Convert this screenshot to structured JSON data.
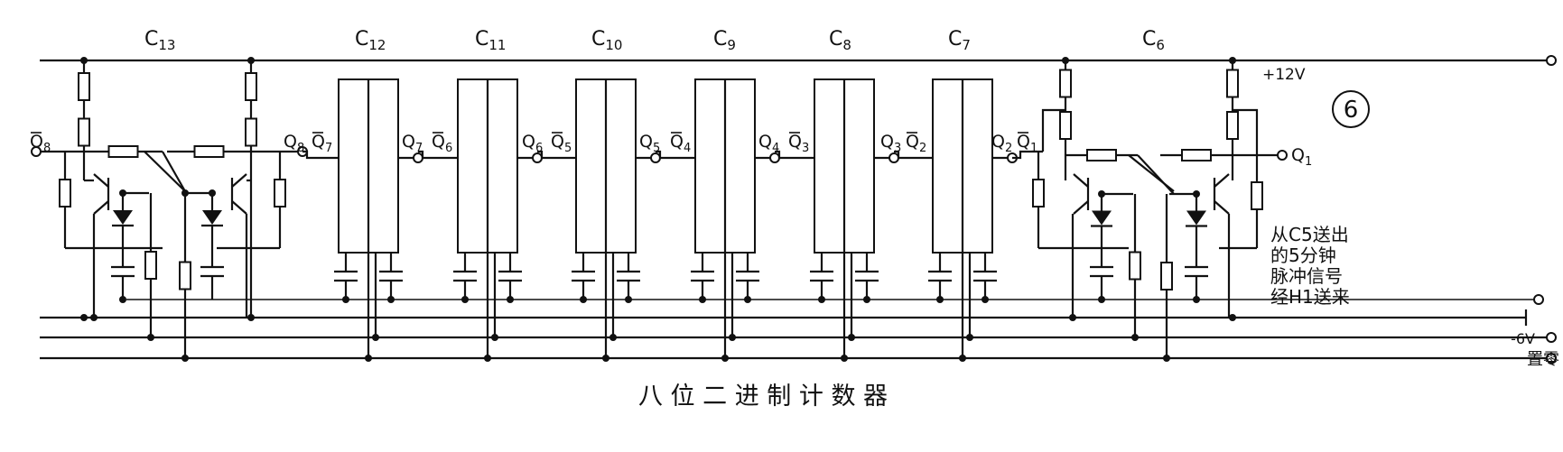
{
  "caption": "八 位 二 进 制 计 数 器",
  "figure_number": "⑥",
  "stage_labels": [
    "C13",
    "C12",
    "C11",
    "C10",
    "C9",
    "C8",
    "C7",
    "C6"
  ],
  "stage_label_parts": [
    {
      "base": "C",
      "sub": "13"
    },
    {
      "base": "C",
      "sub": "12"
    },
    {
      "base": "C",
      "sub": "11"
    },
    {
      "base": "C",
      "sub": "10"
    },
    {
      "base": "C",
      "sub": "9"
    },
    {
      "base": "C",
      "sub": "8"
    },
    {
      "base": "C",
      "sub": "7"
    },
    {
      "base": "C",
      "sub": "6"
    }
  ],
  "outputs": {
    "q8_bar_left": {
      "base": "Q",
      "sub": "8",
      "bar": true
    },
    "q8_right": {
      "base": "Q",
      "sub": "8",
      "bar": false
    },
    "pairs": [
      {
        "in": {
          "base": "Q",
          "sub": "7",
          "bar": true
        },
        "out": {
          "base": "Q",
          "sub": "7",
          "bar": false
        }
      },
      {
        "in": {
          "base": "Q",
          "sub": "6",
          "bar": true
        },
        "out": {
          "base": "Q",
          "sub": "6",
          "bar": false
        }
      },
      {
        "in": {
          "base": "Q",
          "sub": "5",
          "bar": true
        },
        "out": {
          "base": "Q",
          "sub": "5",
          "bar": false
        }
      },
      {
        "in": {
          "base": "Q",
          "sub": "4",
          "bar": true
        },
        "out": {
          "base": "Q",
          "sub": "4",
          "bar": false
        }
      },
      {
        "in": {
          "base": "Q",
          "sub": "3",
          "bar": true
        },
        "out": {
          "base": "Q",
          "sub": "3",
          "bar": false
        }
      },
      {
        "in": {
          "base": "Q",
          "sub": "2",
          "bar": true
        },
        "out": {
          "base": "Q",
          "sub": "2",
          "bar": false
        }
      }
    ],
    "q1_bar": {
      "base": "Q",
      "sub": "1",
      "bar": true
    },
    "q1": {
      "base": "Q",
      "sub": "1",
      "bar": false
    }
  },
  "supply_labels": {
    "plus12v": "+12V",
    "minus6v": "-6V",
    "reset": "置零"
  },
  "input_note": [
    "从C5送出",
    "的5分钟",
    "脉冲信号",
    "经H1送来"
  ]
}
